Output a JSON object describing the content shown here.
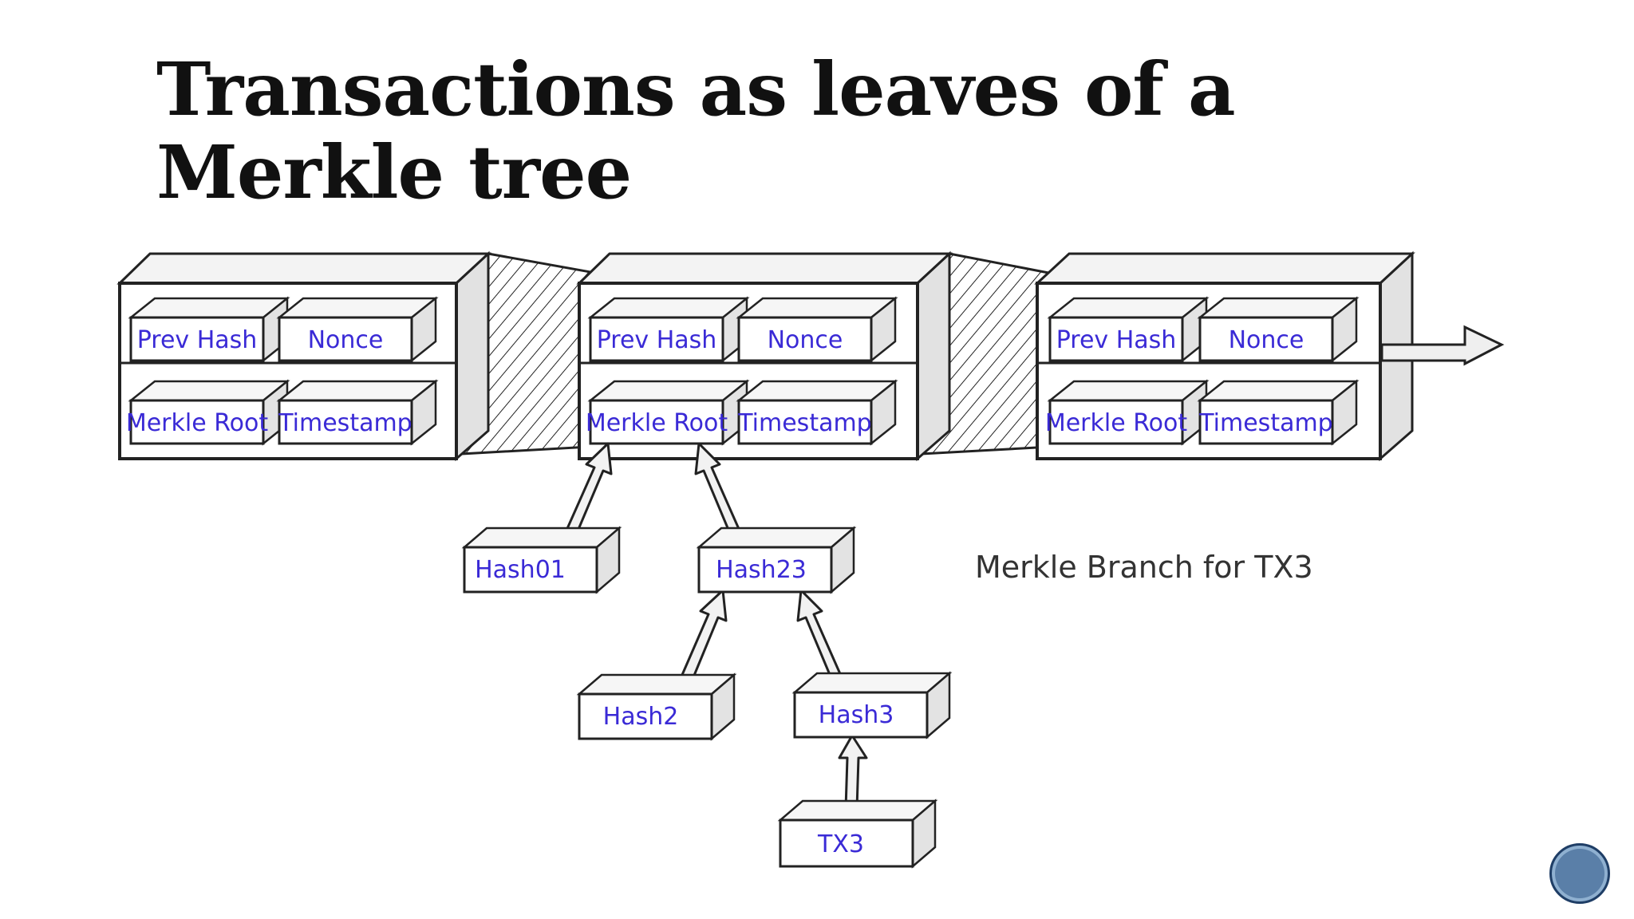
{
  "title": "Transactions as leaves of a\nMerkle tree",
  "block_fields": {
    "prev_hash": "Prev Hash",
    "nonce": "Nonce",
    "merkle_root": "Merkle Root",
    "timestamp": "Timestamp"
  },
  "tree": {
    "hash01": "Hash01",
    "hash23": "Hash23",
    "hash2": "Hash2",
    "hash3": "Hash3",
    "tx3": "TX3"
  },
  "branch_note": "Merkle Branch for TX3",
  "colors": {
    "label": "#3a2ad6",
    "ink": "#222222",
    "box": "#ffffff",
    "shade": "#e6e6e6",
    "logo": "#5a7fa8"
  }
}
